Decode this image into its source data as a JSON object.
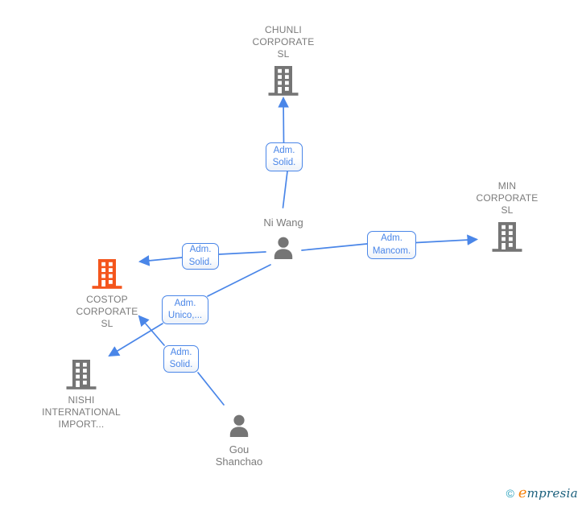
{
  "diagram": {
    "background": "#ffffff",
    "colors": {
      "edge_blue": "#4a86e8",
      "company_icon_gray": "#757575",
      "company_icon_highlight_orange": "#f4551c",
      "node_text_gray": "#7b7b7b"
    },
    "nodes": [
      {
        "id": "chunli",
        "type": "company",
        "lines": [
          "CHUNLI",
          "CORPORATE",
          "SL"
        ]
      },
      {
        "id": "min",
        "type": "company",
        "lines": [
          "MIN",
          "CORPORATE",
          "SL"
        ]
      },
      {
        "id": "costop",
        "type": "company",
        "highlighted": true,
        "lines": [
          "COSTOP",
          "CORPORATE",
          "SL"
        ]
      },
      {
        "id": "nishi",
        "type": "company",
        "lines": [
          "NISHI",
          "INTERNATIONAL",
          "IMPORT..."
        ]
      },
      {
        "id": "ni-wang",
        "type": "person",
        "lines": [
          "Ni Wang"
        ]
      },
      {
        "id": "gou-shanchao",
        "type": "person",
        "lines": [
          "Gou",
          "Shanchao"
        ]
      }
    ],
    "edges": [
      {
        "from": "Ni Wang",
        "to": "CHUNLI CORPORATE SL",
        "label": [
          "Adm.",
          "Solid."
        ]
      },
      {
        "from": "Ni Wang",
        "to": "MIN CORPORATE SL",
        "label": [
          "Adm.",
          "Mancom."
        ]
      },
      {
        "from": "Ni Wang",
        "to": "COSTOP CORPORATE SL",
        "label": [
          "Adm.",
          "Solid."
        ]
      },
      {
        "from": "Ni Wang",
        "to": "NISHI INTERNATIONAL IMPORT...",
        "label": [
          "Adm.",
          "Unico,..."
        ]
      },
      {
        "from": "Gou Shanchao",
        "to": "COSTOP CORPORATE SL",
        "label": [
          "Adm.",
          "Solid."
        ]
      }
    ]
  },
  "footer": {
    "copyright_symbol": "©",
    "brand_lead": "e",
    "brand_rest": "mpresia"
  }
}
